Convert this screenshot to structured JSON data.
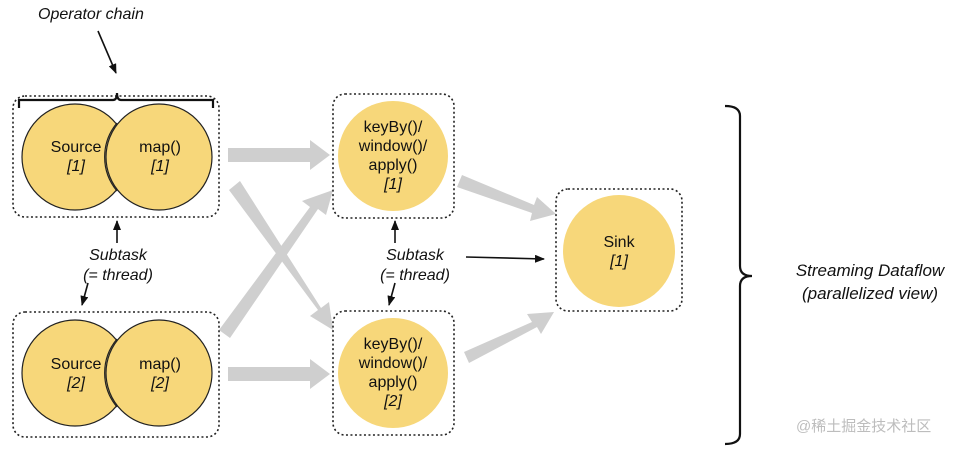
{
  "labels": {
    "operator_chain": "Operator chain",
    "subtask_top_line1": "Subtask",
    "subtask_top_line2": "(= thread)",
    "subtask_mid_line1": "Subtask",
    "subtask_mid_line2": "(= thread)",
    "streaming_line1": "Streaming Dataflow",
    "streaming_line2": "(parallelized view)",
    "watermark": "@稀土掘金技术社区"
  },
  "nodes": {
    "source1": {
      "name": "Source",
      "index": "[1]"
    },
    "map1": {
      "name": "map()",
      "index": "[1]"
    },
    "source2": {
      "name": "Source",
      "index": "[2]"
    },
    "map2": {
      "name": "map()",
      "index": "[2]"
    },
    "keyby1": {
      "line1": "keyBy()/",
      "line2": "window()/",
      "line3": "apply()",
      "index": "[1]"
    },
    "keyby2": {
      "line1": "keyBy()/",
      "line2": "window()/",
      "line3": "apply()",
      "index": "[2]"
    },
    "sink": {
      "name": "Sink",
      "index": "[1]"
    }
  },
  "colors": {
    "node_fill": "#f7d77a",
    "node_stroke": "#222222",
    "flow_arrow": "#cfcfcf",
    "text": "#111111",
    "watermark": "#bdbdbd"
  }
}
